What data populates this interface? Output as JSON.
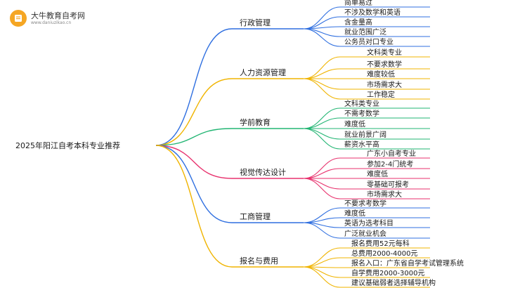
{
  "logo": {
    "name": "大牛教育自考网",
    "url": "www.daniuzikao.cn"
  },
  "root": "2025年阳江自考本科专业推荐",
  "branches": [
    {
      "label": "行政管理",
      "color": "#2f6fe0",
      "leaves": [
        "简单易过",
        "不涉及数学和英语",
        "含金量高",
        "就业范围广泛",
        "公务员对口专业"
      ]
    },
    {
      "label": "人力资源管理",
      "color": "#f0b400",
      "leaves": [
        "文科类专业",
        "不要求数学",
        "难度较低",
        "市场需求大",
        "工作稳定"
      ]
    },
    {
      "label": "学前教育",
      "color": "#22b573",
      "leaves": [
        "文科类专业",
        "不需考数学",
        "难度低",
        "就业前景广阔",
        "薪资水平高"
      ]
    },
    {
      "label": "视觉传达设计",
      "color": "#e8326e",
      "leaves": [
        "广东小自考专业",
        "参加2-4门统考",
        "难度低",
        "零基础可报考",
        "市场需求大"
      ]
    },
    {
      "label": "工商管理",
      "color": "#2f6fe0",
      "leaves": [
        "不要求考数学",
        "难度低",
        "英语为选考科目",
        "广泛就业机会"
      ]
    },
    {
      "label": "报名与费用",
      "color": "#f0b400",
      "leaves": [
        "报名费用52元每科",
        "总费用2000-4000元",
        "报名入口：广东省自学考试管理系统",
        "自学费用2000-3000元",
        "建议基础弱者选择辅导机构"
      ]
    }
  ]
}
